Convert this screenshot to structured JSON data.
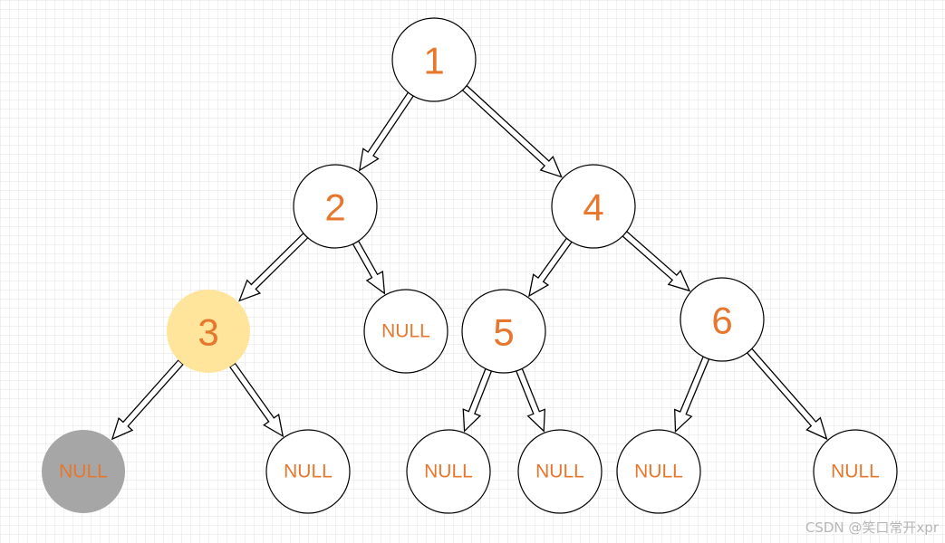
{
  "colors": {
    "node_text": "#e8772e",
    "node_fill": "#ffffff",
    "node_stroke": "#000000",
    "highlight_fill": "#ffe49b",
    "null_visited_fill": "#a6a6a6",
    "grid_line": "#e3e3e3",
    "watermark": "#b7b7b7"
  },
  "nodes": [
    {
      "id": "n1",
      "label": "1",
      "kind": "value",
      "fill": "node_fill"
    },
    {
      "id": "n2",
      "label": "2",
      "kind": "value",
      "fill": "node_fill"
    },
    {
      "id": "n4",
      "label": "4",
      "kind": "value",
      "fill": "node_fill"
    },
    {
      "id": "n3",
      "label": "3",
      "kind": "value",
      "fill": "highlight_fill"
    },
    {
      "id": "n2r",
      "label": "NULL",
      "kind": "null",
      "fill": "node_fill"
    },
    {
      "id": "n5",
      "label": "5",
      "kind": "value",
      "fill": "node_fill"
    },
    {
      "id": "n6",
      "label": "6",
      "kind": "value",
      "fill": "node_fill"
    },
    {
      "id": "n3l",
      "label": "NULL",
      "kind": "null",
      "fill": "null_visited_fill"
    },
    {
      "id": "n3r",
      "label": "NULL",
      "kind": "null",
      "fill": "node_fill"
    },
    {
      "id": "n5l",
      "label": "NULL",
      "kind": "null",
      "fill": "node_fill"
    },
    {
      "id": "n5r",
      "label": "NULL",
      "kind": "null",
      "fill": "node_fill"
    },
    {
      "id": "n6l",
      "label": "NULL",
      "kind": "null",
      "fill": "node_fill"
    },
    {
      "id": "n6r",
      "label": "NULL",
      "kind": "null",
      "fill": "node_fill"
    }
  ],
  "edges": [
    {
      "from": "n1",
      "to": "n2"
    },
    {
      "from": "n1",
      "to": "n4"
    },
    {
      "from": "n2",
      "to": "n3"
    },
    {
      "from": "n2",
      "to": "n2r"
    },
    {
      "from": "n4",
      "to": "n5"
    },
    {
      "from": "n4",
      "to": "n6"
    },
    {
      "from": "n3",
      "to": "n3l"
    },
    {
      "from": "n3",
      "to": "n3r"
    },
    {
      "from": "n5",
      "to": "n5l"
    },
    {
      "from": "n5",
      "to": "n5r"
    },
    {
      "from": "n6",
      "to": "n6l"
    },
    {
      "from": "n6",
      "to": "n6r"
    }
  ],
  "watermark": "CSDN @笑口常开xpr"
}
